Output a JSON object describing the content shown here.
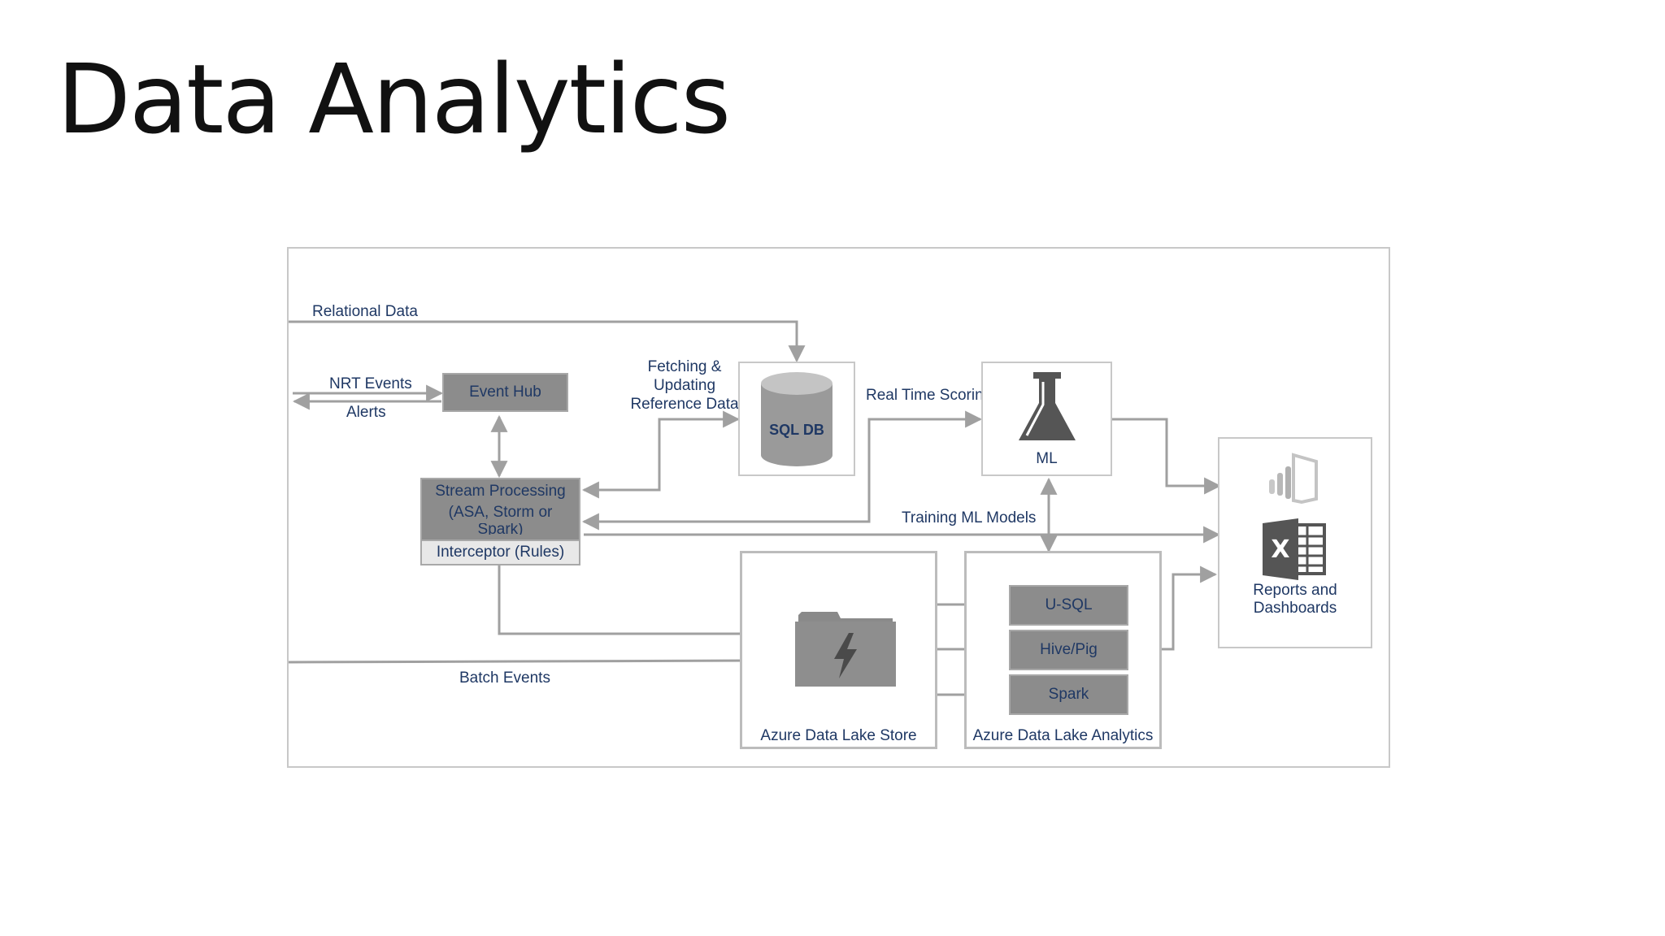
{
  "title": "Data Analytics",
  "diagram": {
    "relational_data": "Relational Data",
    "nrt_events": "NRT Events",
    "alerts": "Alerts",
    "event_hub": "Event Hub",
    "fetching": [
      "Fetching &",
      "Updating",
      "Reference Data"
    ],
    "sql_db": "SQL DB",
    "real_time_scoring": "Real Time Scoring",
    "ml": "ML",
    "stream_processing": [
      "Stream Processing",
      "(ASA, Storm or",
      "Spark)"
    ],
    "interceptor": "Interceptor (Rules)",
    "training_ml_models": "Training ML Models",
    "usql": "U-SQL",
    "hive_pig": "Hive/Pig",
    "spark": "Spark",
    "batch_events": "Batch Events",
    "adl_store": "Azure Data Lake Store",
    "adl_analytics": "Azure Data Lake Analytics",
    "reports": [
      "Reports and",
      "Dashboards"
    ]
  },
  "colors": {
    "text": "#1f3864",
    "box_gray": "#8c8c8c",
    "arrow": "#a0a0a0",
    "icon_dark": "#555555"
  },
  "icons": [
    "database-icon",
    "flask-icon",
    "folder-lightning-icon",
    "power-bi-icon",
    "excel-icon"
  ]
}
